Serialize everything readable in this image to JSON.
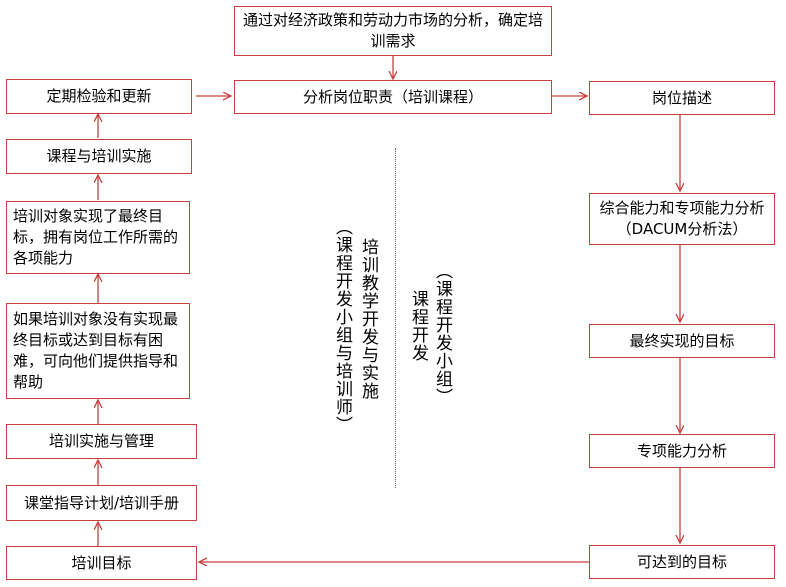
{
  "boxes": {
    "top": "通过对经济政策和劳动力市场的分析，确定培训需求",
    "analyze_duties": "分析岗位职责（培训课程）",
    "job_description": "岗位描述",
    "dacum": "综合能力和专项能力分析（DACUM分析法）",
    "final_goal": "最终实现的目标",
    "special_ability": "专项能力分析",
    "reachable_goal": "可达到的目标",
    "training_goal": "培训目标",
    "lesson_plan": "课堂指导计划/培训手册",
    "training_management": "培训实施与管理",
    "help": "如果培训对象没有实现最终目标或达到目标有困难，可向他们提供指导和帮助",
    "achieved": "培训对象实现了最终目标，拥有岗位工作所需的各项能力",
    "course_implementation": "课程与培训实施",
    "review_update": "定期检验和更新"
  },
  "labels": {
    "teaching_main": "培训教学开发与实施",
    "teaching_sub": "（课程开发小组与培训师）",
    "course_main": "课程开发",
    "course_sub": "（课程开发小组）"
  },
  "colors": {
    "border": "#c9403f",
    "arrow": "#c9403f"
  }
}
